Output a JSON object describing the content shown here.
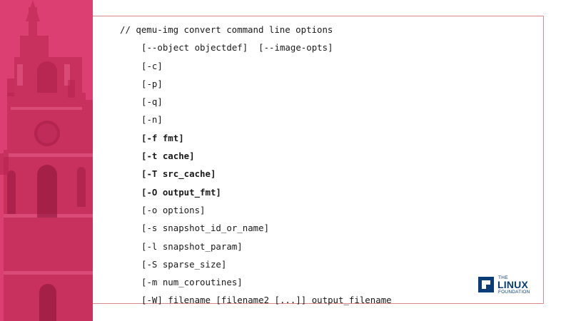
{
  "slide": {
    "code_lines": [
      {
        "text": "// qemu-img convert command line options",
        "bold": false,
        "indent": false
      },
      {
        "text": "[--object objectdef]  [--image-opts]",
        "bold": false,
        "indent": true
      },
      {
        "text": "[-c]",
        "bold": false,
        "indent": true
      },
      {
        "text": "[-p]",
        "bold": false,
        "indent": true
      },
      {
        "text": "[-q]",
        "bold": false,
        "indent": true
      },
      {
        "text": "[-n]",
        "bold": false,
        "indent": true
      },
      {
        "text": "[-f fmt]",
        "bold": true,
        "indent": true
      },
      {
        "text": "[-t cache]",
        "bold": true,
        "indent": true
      },
      {
        "text": "[-T src_cache]",
        "bold": true,
        "indent": true
      },
      {
        "text": "[-O output_fmt]",
        "bold": true,
        "indent": true
      },
      {
        "text": "[-o options]",
        "bold": false,
        "indent": true
      },
      {
        "text": "[-s snapshot_id_or_name]",
        "bold": false,
        "indent": true
      },
      {
        "text": "[-l snapshot_param]",
        "bold": false,
        "indent": true
      },
      {
        "text": "[-S sparse_size]",
        "bold": false,
        "indent": true
      },
      {
        "text": "[-m num_coroutines]",
        "bold": false,
        "indent": true
      },
      {
        "text": "[-W] filename [filename2 [...]] output_filename",
        "bold": false,
        "indent": true
      }
    ]
  },
  "logo": {
    "the": "THE",
    "linux": "LINUX",
    "foundation": "FOUNDATION"
  },
  "colors": {
    "sidebar_tint": "#d9366b",
    "frame_border": "#d88a8a",
    "logo_blue": "#0a3c78"
  }
}
